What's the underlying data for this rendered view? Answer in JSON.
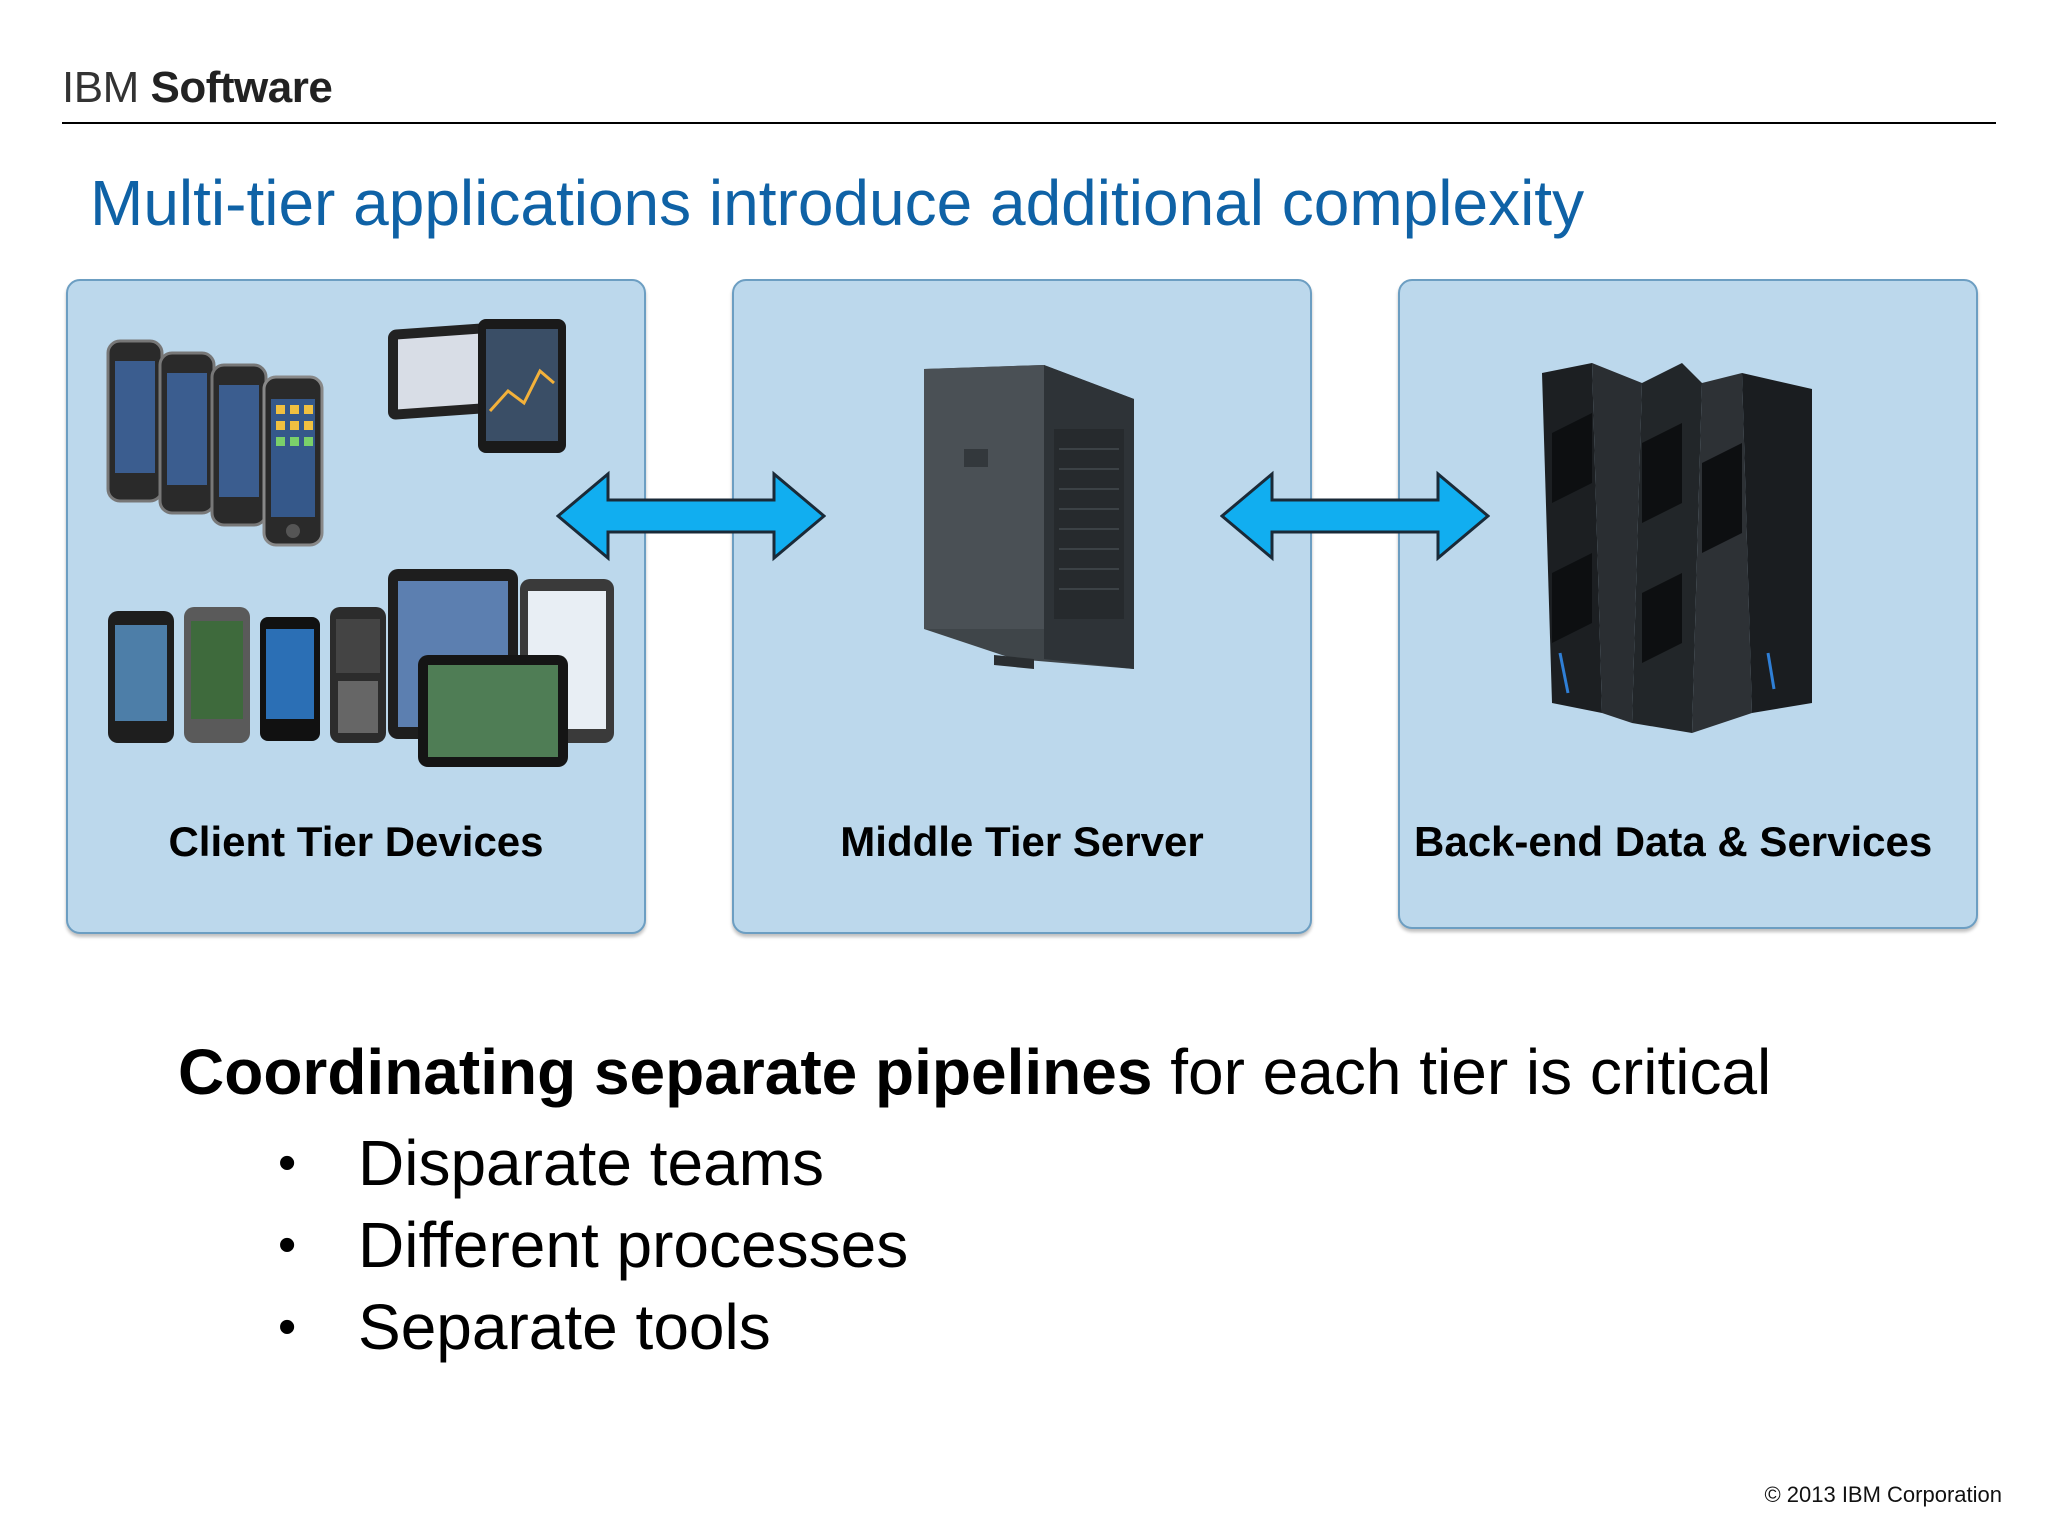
{
  "header": {
    "brand_light": "IBM",
    "brand_bold": "Software"
  },
  "title": "Multi-tier applications introduce additional complexity",
  "tiers": [
    {
      "label": "Client Tier Devices",
      "icon": "mobile-devices-icon"
    },
    {
      "label": "Middle Tier Server",
      "icon": "tower-server-icon"
    },
    {
      "label": "Back-end Data & Services",
      "icon": "mainframe-icon"
    }
  ],
  "connectors": [
    {
      "from": "Client Tier Devices",
      "to": "Middle Tier Server",
      "style": "bidirectional"
    },
    {
      "from": "Middle Tier Server",
      "to": "Back-end Data & Services",
      "style": "bidirectional"
    }
  ],
  "lead": {
    "bold": "Coordinating  separate pipelines",
    "rest": " for each tier is critical"
  },
  "bullets": [
    "Disparate teams",
    "Different processes",
    "Separate tools"
  ],
  "footer": "© 2013 IBM Corporation",
  "colors": {
    "title": "#0f62a6",
    "panel": "#bcd8ec",
    "panel_border": "#6c9ec2",
    "arrow": "#11aef0"
  }
}
